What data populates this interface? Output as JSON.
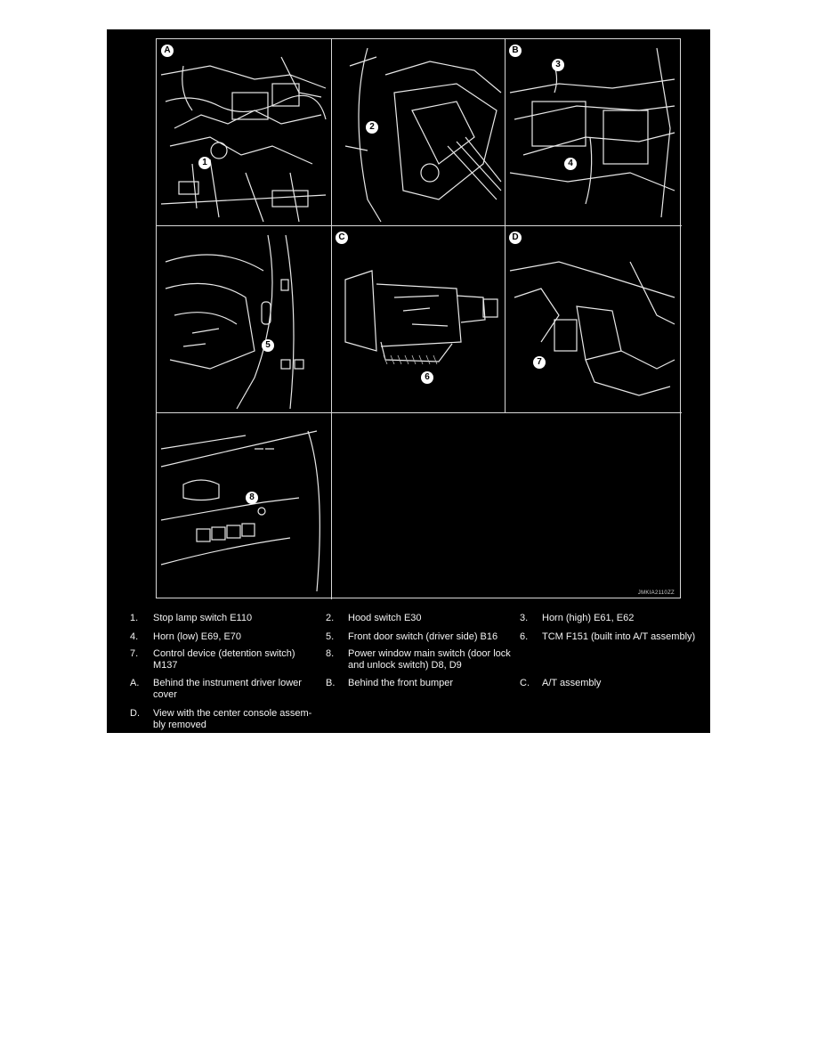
{
  "figure": {
    "drawing_code": "JMKIA2110ZZ",
    "panels": [
      {
        "letter": "A",
        "callouts": [
          "1"
        ]
      },
      {
        "letter": "",
        "callouts": [
          "2"
        ]
      },
      {
        "letter": "B",
        "callouts": [
          "3",
          "4"
        ]
      },
      {
        "letter": "",
        "callouts": [
          "5"
        ]
      },
      {
        "letter": "C",
        "callouts": [
          "6"
        ]
      },
      {
        "letter": "D",
        "callouts": [
          "7"
        ]
      },
      {
        "letter": "",
        "callouts": [
          "8"
        ]
      }
    ]
  },
  "legend": {
    "rows": [
      [
        {
          "num": "1.",
          "text": "Stop lamp switch E110"
        },
        {
          "num": "2.",
          "text": "Hood switch E30"
        },
        {
          "num": "3.",
          "text": "Horn (high) E61, E62"
        }
      ],
      [
        {
          "num": "4.",
          "text": "Horn (low) E69, E70"
        },
        {
          "num": "5.",
          "text": "Front door switch (driver side) B16"
        },
        {
          "num": "6.",
          "text": "TCM F151 (built into A/T assembly)"
        }
      ],
      [
        {
          "num": "7.",
          "text": "Control device (detention switch) M137"
        },
        {
          "num": "8.",
          "text": "Power window main switch (door lock and unlock switch) D8, D9"
        },
        {
          "num": "",
          "text": ""
        }
      ],
      [
        {
          "num": "A.",
          "text": "Behind the instrument driver lower cover"
        },
        {
          "num": "B.",
          "text": "Behind the front bumper"
        },
        {
          "num": "C.",
          "text": "A/T assembly"
        }
      ],
      [
        {
          "num": "D.",
          "text": "View with the center console assem-bly removed"
        },
        {
          "num": "",
          "text": ""
        },
        {
          "num": "",
          "text": ""
        }
      ]
    ]
  }
}
